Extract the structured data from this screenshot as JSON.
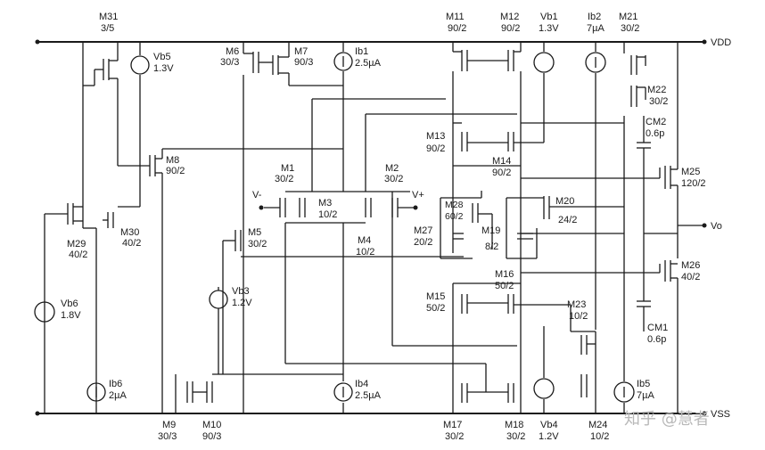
{
  "rails": {
    "vdd": "VDD",
    "vss": "VSS",
    "vo": "Vo",
    "vminus": "V-",
    "vplus": "V+"
  },
  "transistors": [
    {
      "id": "m31",
      "name": "M31",
      "size": "3/5"
    },
    {
      "id": "m6",
      "name": "M6",
      "size": "30/3"
    },
    {
      "id": "m7",
      "name": "M7",
      "size": "90/3"
    },
    {
      "id": "m8",
      "name": "M8",
      "size": "90/2"
    },
    {
      "id": "m29",
      "name": "M29",
      "size": "40/2"
    },
    {
      "id": "m30",
      "name": "M30",
      "size": "40/2"
    },
    {
      "id": "m1",
      "name": "M1",
      "size": "30/2"
    },
    {
      "id": "m2",
      "name": "M2",
      "size": "30/2"
    },
    {
      "id": "m3",
      "name": "M3",
      "size": "10/2"
    },
    {
      "id": "m4",
      "name": "M4",
      "size": "10/2"
    },
    {
      "id": "m5",
      "name": "M5",
      "size": "30/2"
    },
    {
      "id": "m9",
      "name": "M9",
      "size": "30/3"
    },
    {
      "id": "m10",
      "name": "M10",
      "size": "90/3"
    },
    {
      "id": "m11",
      "name": "M11",
      "size": "90/2"
    },
    {
      "id": "m12",
      "name": "M12",
      "size": "90/2"
    },
    {
      "id": "m13",
      "name": "M13",
      "size": "90/2"
    },
    {
      "id": "m14",
      "name": "M14",
      "size": "90/2"
    },
    {
      "id": "m28",
      "name": "M28",
      "size": "60/2"
    },
    {
      "id": "m27",
      "name": "M27",
      "size": "20/2"
    },
    {
      "id": "m19",
      "name": "M19",
      "size": "8/2"
    },
    {
      "id": "m20",
      "name": "M20",
      "size": "24/2"
    },
    {
      "id": "m16",
      "name": "M16",
      "size": "50/2"
    },
    {
      "id": "m15",
      "name": "M15",
      "size": "50/2"
    },
    {
      "id": "m23",
      "name": "M23",
      "size": "10/2"
    },
    {
      "id": "m17",
      "name": "M17",
      "size": "30/2"
    },
    {
      "id": "m18",
      "name": "M18",
      "size": "30/2"
    },
    {
      "id": "m24",
      "name": "M24",
      "size": "10/2"
    },
    {
      "id": "m21",
      "name": "M21",
      "size": "30/2"
    },
    {
      "id": "m22",
      "name": "M22",
      "size": "30/2"
    },
    {
      "id": "m25",
      "name": "M25",
      "size": "120/2"
    },
    {
      "id": "m26",
      "name": "M26",
      "size": "40/2"
    }
  ],
  "sources": [
    {
      "id": "vb5",
      "name": "Vb5",
      "value": "1.3V"
    },
    {
      "id": "ib1",
      "name": "Ib1",
      "value": "2.5µA"
    },
    {
      "id": "vb1",
      "name": "Vb1",
      "value": "1.3V"
    },
    {
      "id": "ib2",
      "name": "Ib2",
      "value": "7µA"
    },
    {
      "id": "vb6",
      "name": "Vb6",
      "value": "1.8V"
    },
    {
      "id": "vb3",
      "name": "Vb3",
      "value": "1.2V"
    },
    {
      "id": "ib6",
      "name": "Ib6",
      "value": "2µA"
    },
    {
      "id": "ib4",
      "name": "Ib4",
      "value": "2.5µA"
    },
    {
      "id": "vb4",
      "name": "Vb4",
      "value": "1.2V"
    },
    {
      "id": "ib5",
      "name": "Ib5",
      "value": "7µA"
    }
  ],
  "capacitors": [
    {
      "id": "cm2",
      "name": "CM2",
      "value": "0.6p"
    },
    {
      "id": "cm1",
      "name": "CM1",
      "value": "0.6p"
    }
  ],
  "watermark": "知乎 @慧者"
}
